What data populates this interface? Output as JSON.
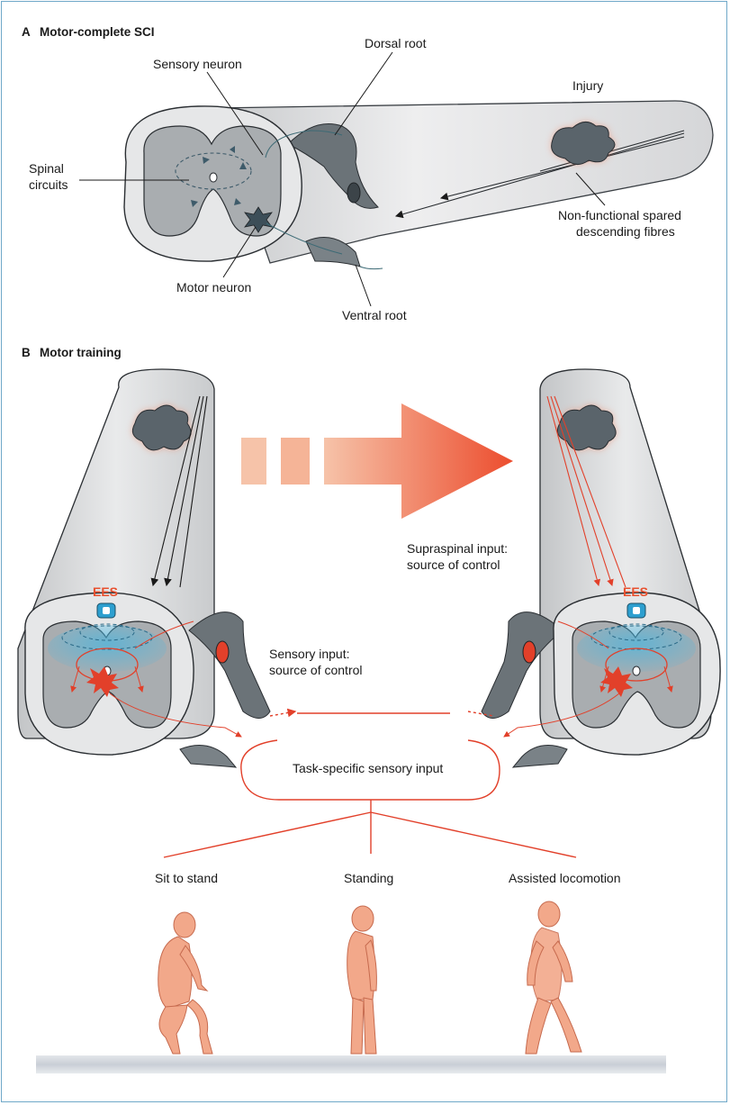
{
  "panel_a": {
    "letter": "A",
    "title": "Motor-complete SCI",
    "labels": {
      "sensory_neuron": "Sensory neuron",
      "dorsal_root": "Dorsal root",
      "injury": "Injury",
      "spinal": "Spinal",
      "circuits": "circuits",
      "spared_1": "Non-functional spared",
      "spared_2": "descending fibres",
      "motor_neuron": "Motor neuron",
      "ventral_root": "Ventral root"
    }
  },
  "panel_b": {
    "letter": "B",
    "title": "Motor training",
    "labels": {
      "ees_left": "EES",
      "ees_right": "EES",
      "sensory_1": "Sensory input:",
      "sensory_2": "source of control",
      "supraspinal_1": "Supraspinal input:",
      "supraspinal_2": "source of control",
      "task_specific": "Task-specific sensory input",
      "sit_to_stand": "Sit to stand",
      "standing": "Standing",
      "assisted": "Assisted locomotion"
    }
  },
  "colors": {
    "cord": "#d9dadb",
    "grey_matter": "#a9adb0",
    "injury": "#5a646b",
    "red": "#e2402a",
    "ees_blue": "#2d9fcf",
    "figure": "#f2a88a"
  }
}
